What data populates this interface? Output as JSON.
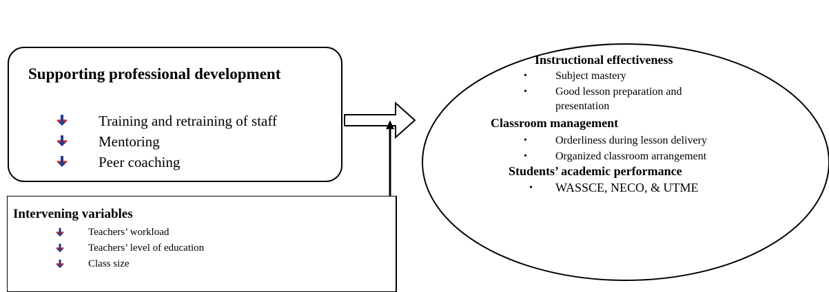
{
  "box_development": {
    "title": "Supporting professional development",
    "items": [
      {
        "label": "Training and retraining of staff",
        "icon": "arrow-down-bullet-icon"
      },
      {
        "label": "Mentoring",
        "icon": "arrow-down-bullet-icon"
      },
      {
        "label": "Peer coaching",
        "icon": "arrow-down-bullet-icon"
      }
    ]
  },
  "box_intervening": {
    "title": "Intervening variables",
    "items": [
      {
        "label": "Teachers’ workload",
        "icon": "arrow-down-bullet-icon"
      },
      {
        "label": "Teachers’ level of education",
        "icon": "arrow-down-bullet-icon"
      },
      {
        "label": "Class size",
        "icon": "arrow-down-bullet-icon"
      }
    ]
  },
  "outcomes": {
    "instructional": {
      "heading": "Instructional effectiveness",
      "items": [
        "Subject mastery",
        "Good lesson preparation and presentation"
      ]
    },
    "classroom": {
      "heading": "Classroom management",
      "items": [
        "Orderliness during lesson delivery",
        "Organized classroom arrangement"
      ]
    },
    "academic": {
      "heading": "Students’ academic performance",
      "items": [
        "WASSCE, NECO, & UTME"
      ]
    },
    "bullet": "•"
  },
  "colors": {
    "stroke": "#000000",
    "icon_red": "#d9342b",
    "icon_blue": "#2a3b8f"
  }
}
